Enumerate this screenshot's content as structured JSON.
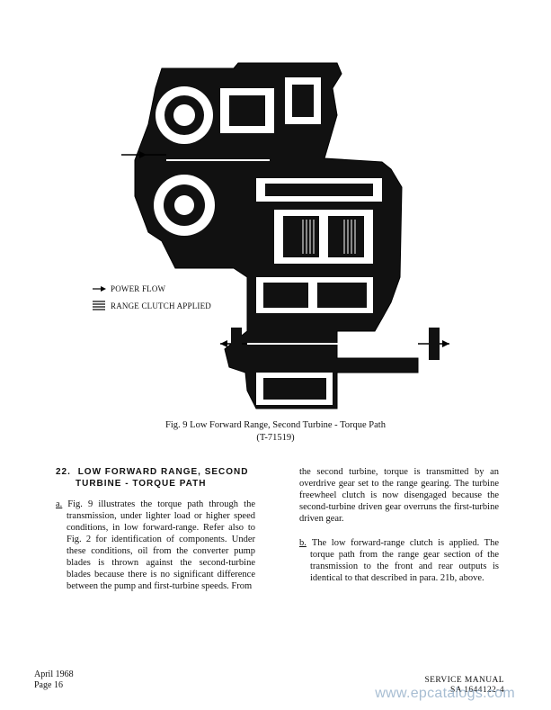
{
  "figure": {
    "legend": {
      "power_flow": "POWER FLOW",
      "range_clutch": "RANGE CLUTCH APPLIED"
    },
    "caption_line1": "Fig. 9  Low Forward Range, Second Turbine - Torque Path",
    "caption_line2": "(T-71519)"
  },
  "section": {
    "number": "22.",
    "title_line1": "LOW FORWARD RANGE, SECOND",
    "title_line2": "TURBINE - TORQUE PATH",
    "para_a_mark": "a.",
    "para_a_text": "Fig. 9 illustrates the torque path through the transmission, under lighter load or higher speed conditions, in low forward-range. Refer also to Fig. 2 for identification of components. Under these conditions, oil from the converter pump blades is thrown against the second-turbine blades because there is no significant difference between the pump and first-turbine speeds. From",
    "para_a_cont": "the second turbine, torque is transmitted by an overdrive gear set to the range gearing. The turbine freewheel clutch is now disengaged because the second-turbine driven gear overruns the first-turbine driven gear.",
    "para_b_mark": "b.",
    "para_b_text": "The low forward-range clutch is applied. The torque path from the range gear section of the transmission to the front and rear outputs is identical to that described in para. 21b, above."
  },
  "footer": {
    "date": "April 1968",
    "page": "Page 16",
    "manual": "SERVICE MANUAL",
    "doc_number": "SA 1644122-4"
  },
  "watermark": "www.epcatalogs.com"
}
